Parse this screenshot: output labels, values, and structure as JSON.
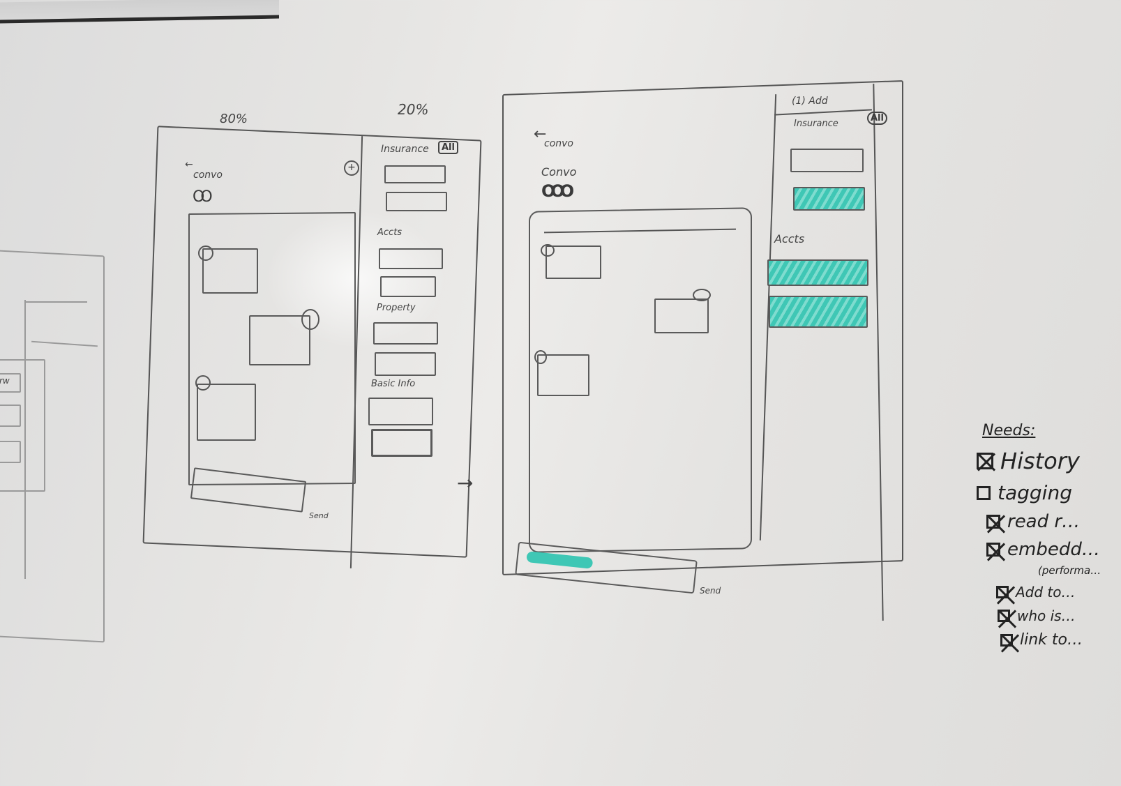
{
  "scene": {
    "description": "Whiteboard photo with hand-drawn UI wireframes",
    "marker_colors": {
      "black": "#3a3a3a",
      "teal": "#3fc7b5"
    }
  },
  "sketch_left_partial": {
    "labels": [
      "rw"
    ]
  },
  "sketch_1": {
    "width_labels": {
      "main": "80%",
      "side": "20%"
    },
    "header": {
      "back_arrow": "←",
      "title": "convo",
      "avatars": "OO",
      "add_button": "+"
    },
    "chat_messages": [
      {
        "side": "left"
      },
      {
        "side": "right"
      },
      {
        "side": "left"
      }
    ],
    "composer": {
      "send_label": "Send"
    },
    "sidebar": {
      "sections": [
        {
          "title": "Insurance",
          "badge": "All",
          "fields": 2
        },
        {
          "title": "Accts",
          "fields": 2
        },
        {
          "title": "Property",
          "fields": 2
        },
        {
          "title": "Basic Info",
          "fields": 2
        }
      ]
    }
  },
  "arrow_between": "→",
  "sketch_2": {
    "header": {
      "back_arrow": "←",
      "back_label": "convo",
      "title": "Convo",
      "avatars": "OOO"
    },
    "chat_messages": [
      {
        "side": "left"
      },
      {
        "side": "right"
      },
      {
        "side": "left"
      }
    ],
    "composer": {
      "send_label": "Send",
      "highlighted": true
    },
    "sidebar": {
      "top_note": "(1) Add",
      "sections": [
        {
          "title": "Insurance",
          "badge": "All",
          "fields": [
            {
              "highlighted": false
            },
            {
              "highlighted": true
            }
          ]
        },
        {
          "title": "Accts",
          "fields": [
            {
              "highlighted": true
            },
            {
              "highlighted": true
            }
          ]
        }
      ]
    }
  },
  "needs": {
    "title": "Needs:",
    "items": [
      {
        "label": "History",
        "checked": true
      },
      {
        "label": "tagging",
        "checked": false
      },
      {
        "label": "read r…",
        "checked": true
      },
      {
        "label": "embedd…",
        "checked": true
      },
      {
        "label": "(performa…",
        "checked": null
      },
      {
        "label": "Add to…",
        "checked": true
      },
      {
        "label": "who is…",
        "checked": true
      },
      {
        "label": "link to…",
        "checked": true
      }
    ]
  }
}
